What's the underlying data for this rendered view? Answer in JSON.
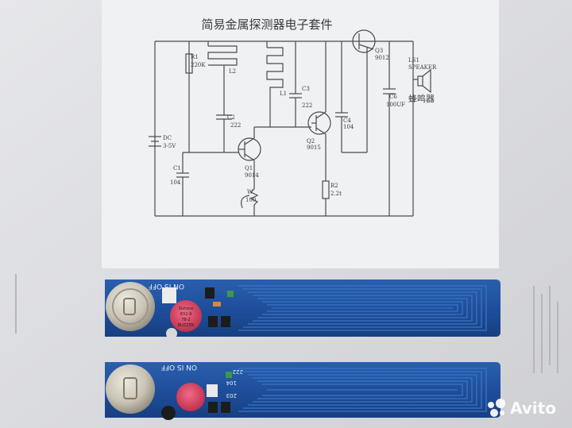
{
  "schematic": {
    "title": "简易金属探测器电子套件",
    "labels": {
      "r1": "R1",
      "r1_value": "220K",
      "l2": "L2",
      "c2": "C2",
      "c2_value": "222",
      "dc": "DC",
      "dc_value": "3-5V",
      "c1": "C1",
      "c1_value": "104",
      "q1": "Q1",
      "q1_value": "9014",
      "w": "W",
      "w_value": "100",
      "l1": "L1",
      "c3": "C3",
      "c3_value": "222",
      "q2": "Q2",
      "q2_value": "9015",
      "r2": "R2",
      "r2_value": "2.2t",
      "c4": "C4",
      "c4_value": "104",
      "q3": "Q3",
      "q3_value": "9012",
      "c6": "C6",
      "c6_value": "100UF",
      "ls1": "LS1",
      "ls1_value": "SPEAKER",
      "buzzer": "蜂鸣器"
    }
  },
  "boards": {
    "top": {
      "switch_label": "ON  IS  OFF",
      "buzzer_text": [
        "Slxtone",
        "832-9",
        "78-2",
        "BUZZER"
      ]
    },
    "bottom": {
      "switch_label": "ON  IS  OFF",
      "marking_1": "222",
      "marking_2": "104",
      "marking_3": "203"
    }
  },
  "watermark": {
    "text": "Avito"
  },
  "colors": {
    "pcb_blue": "#1e4f9c",
    "pcb_trace": "#3b74c6",
    "paper": "#f0f1f3",
    "battery": "#c9c3b5",
    "buzzer": "#d83a5a"
  }
}
